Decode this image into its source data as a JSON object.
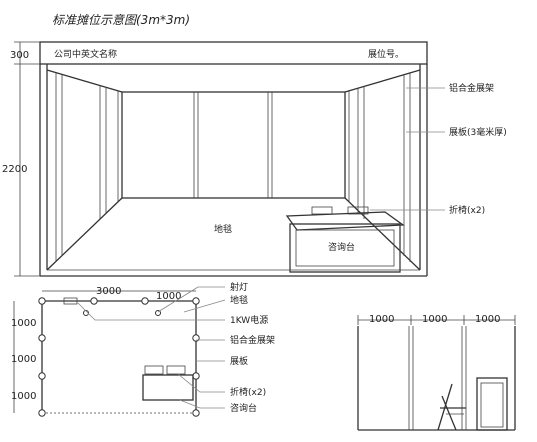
{
  "title": "标准摊位示意图(3m*3m)",
  "fascia": {
    "company_name": "公司中英文名称",
    "booth_number": "展位号。"
  },
  "dimensions": {
    "fascia_height": "300",
    "wall_height": "2200",
    "plan_width": "3000",
    "plan_segment": "1000",
    "plan_depth_segments": [
      "1000",
      "1000",
      "1000"
    ],
    "elevation_segments": [
      "1000",
      "1000",
      "1000"
    ]
  },
  "perspective_labels": {
    "aluminum_frame": "铝合金展架",
    "panel": "展板(3毫米厚)",
    "folding_chair": "折椅(x2)",
    "carpet": "地毯",
    "info_desk": "咨询台"
  },
  "plan_labels": {
    "spotlight": "射灯",
    "carpet": "地毯",
    "power": "1KW电源",
    "aluminum_frame": "铝合金展架",
    "panel": "展板",
    "folding_chair": "折椅(x2)",
    "info_desk": "咨询台"
  }
}
